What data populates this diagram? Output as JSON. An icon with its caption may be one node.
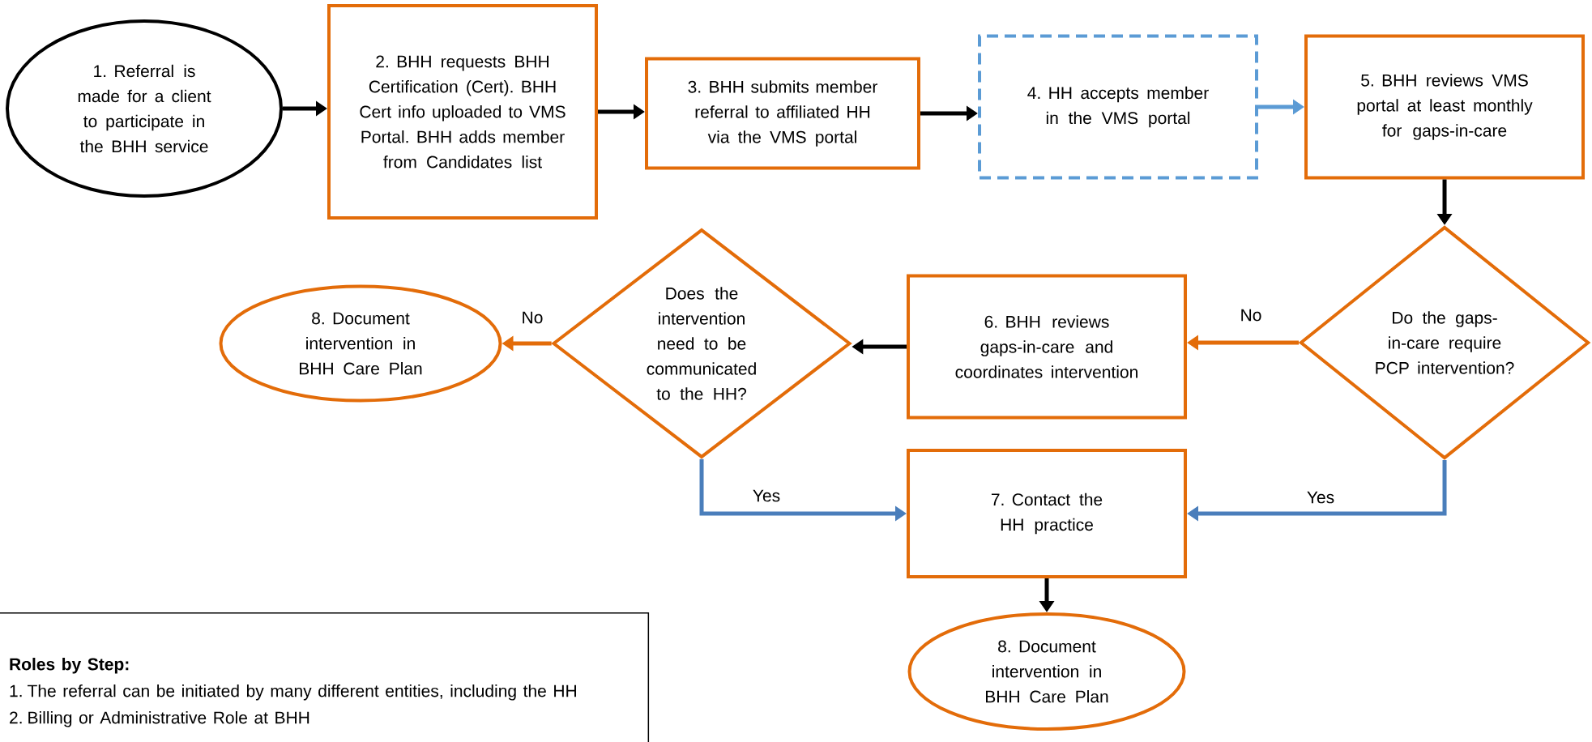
{
  "diagram": {
    "nodes": [
      {
        "text": [
          "1. Referral is made for a client to participate in the BHH service"
        ]
      },
      {
        "text": [
          "2. BHH requests BHH Certification (Cert). BHH Cert info uploaded to VMS Portal. BHH adds member from Candidates list"
        ]
      },
      {
        "text": [
          "3. BHH submits member referral to affiliated HH via the VMS portal"
        ]
      },
      {
        "text": [
          "4. HH accepts member in the VMS portal"
        ]
      },
      {
        "text": [
          "5. BHH reviews VMS portal at least monthly for gaps-in-care"
        ]
      },
      {
        "text": [
          "Do the gaps-in-care require PCP intervention?"
        ]
      },
      {
        "text": [
          "6. BHH reviews gaps-in-care and coordinates intervention"
        ]
      },
      {
        "text": [
          "Does the intervention need to be communicated to the HH?"
        ]
      },
      {
        "text": [
          "8. Document intervention in BHH Care Plan"
        ]
      },
      {
        "text": [
          "7. Contact the HH practice"
        ]
      },
      {
        "text": [
          "8. Document intervention in BHH Care Plan"
        ]
      },
      {
        "text": [
          "Roles by Step:",
          "1. The referral can be initiated by many different entities, including the HH",
          "2. Billing or Administrative Role at BHH"
        ]
      }
    ],
    "edges": [
      {
        "from": 0,
        "to": 1,
        "arrow": "to"
      },
      {
        "from": 1,
        "to": 2,
        "arrow": "to"
      },
      {
        "from": 2,
        "to": 3,
        "arrow": "to"
      },
      {
        "from": 3,
        "to": 4,
        "arrow": "to",
        "color": "#5b9bd5"
      },
      {
        "from": 4,
        "to": 5,
        "arrow": "to"
      },
      {
        "from": 5,
        "to": 6,
        "arrow": "to",
        "label": "No",
        "color": "#e36c09"
      },
      {
        "from": 6,
        "to": 7,
        "arrow": "to"
      },
      {
        "from": 7,
        "to": 8,
        "arrow": "to",
        "label": "No",
        "color": "#e36c09"
      },
      {
        "from": 7,
        "to": 9,
        "arrow": "to",
        "label": "Yes",
        "color": "#4a7ebb"
      },
      {
        "from": 5,
        "to": 9,
        "arrow": "to",
        "label": "Yes",
        "color": "#4a7ebb"
      },
      {
        "from": 9,
        "to": 10,
        "arrow": "to"
      }
    ]
  }
}
